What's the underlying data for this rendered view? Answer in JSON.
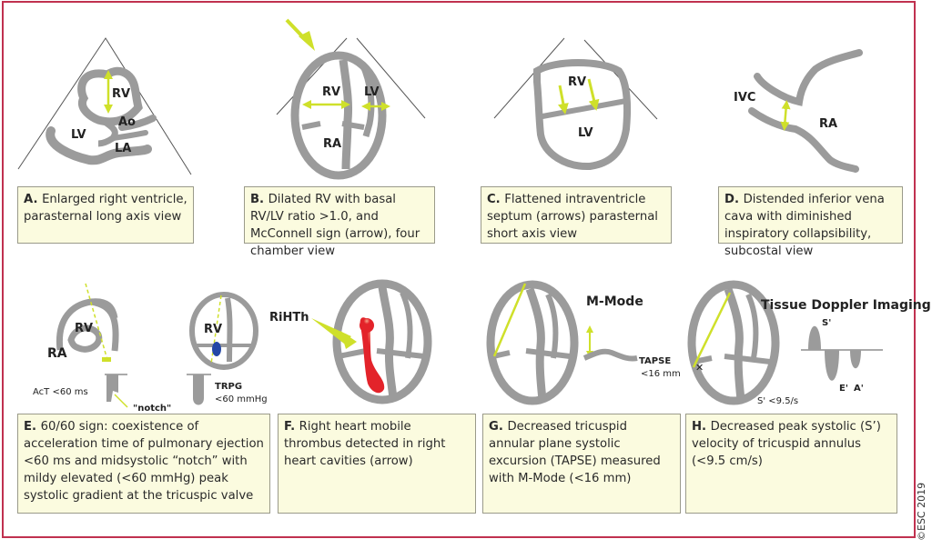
{
  "colors": {
    "frame": "#c0314f",
    "caption_bg": "#fbfbdf",
    "wall_gray": "#9b9b9b",
    "arrow_yellow": "#cfe02a",
    "thrombus_red": "#e3232a",
    "blue_jet": "#2447a6"
  },
  "panels": [
    {
      "id": "A",
      "letter": "A.",
      "caption": "Enlarged right ventricle, parasternal long axis view",
      "labels": [
        "RV",
        "Ao",
        "LV",
        "LA"
      ]
    },
    {
      "id": "B",
      "letter": "B.",
      "caption": "Dilated RV with basal RV/LV ratio >1.0, and McConnell sign (arrow), four chamber view",
      "labels": [
        "RV",
        "LV",
        "RA"
      ]
    },
    {
      "id": "C",
      "letter": "C.",
      "caption": "Flattened intraventricle septum (arrows) parasternal short axis view",
      "labels": [
        "RV",
        "LV"
      ]
    },
    {
      "id": "D",
      "letter": "D.",
      "caption": "Distended inferior vena cava with diminished inspiratory collapsibility, subcostal view",
      "labels": [
        "IVC",
        "RA"
      ]
    },
    {
      "id": "E",
      "letter": "E.",
      "caption": "60/60 sign: coexistence of acceleration time of pulmonary ejection <60 ms and midsystolic “notch” with mildy elevated (<60 mmHg) peak systolic gradient at the tricuspic valve",
      "labels": [
        "RV",
        "RA",
        "RV"
      ],
      "annotations": {
        "act": "AcT <60 ms",
        "notch": "\"notch\"",
        "trpg": "TRPG",
        "trpg_value": "<60 mmHg"
      }
    },
    {
      "id": "F",
      "letter": "F.",
      "caption": "Right heart mobile thrombus detected in right heart cavities (arrow)",
      "labels": [
        "RiHTh"
      ]
    },
    {
      "id": "G",
      "letter": "G.",
      "caption": "Decreased tricuspid annular plane systolic excursion (TAPSE) measured with M-Mode (<16 mm)",
      "annotations": {
        "mode": "M-Mode",
        "tapse": "TAPSE",
        "tapse_value": "<16 mm"
      }
    },
    {
      "id": "H",
      "letter": "H.",
      "caption": "Decreased peak systolic (S’) velocity of tricuspid annulus (<9.5 cm/s)",
      "annotations": {
        "title": "Tissue Doppler Imaging",
        "s_prime": "S'",
        "e_prime": "E'",
        "a_prime": "A'",
        "s_value": "S' <9.5/s"
      }
    }
  ],
  "copyright": "©ESC 2019"
}
